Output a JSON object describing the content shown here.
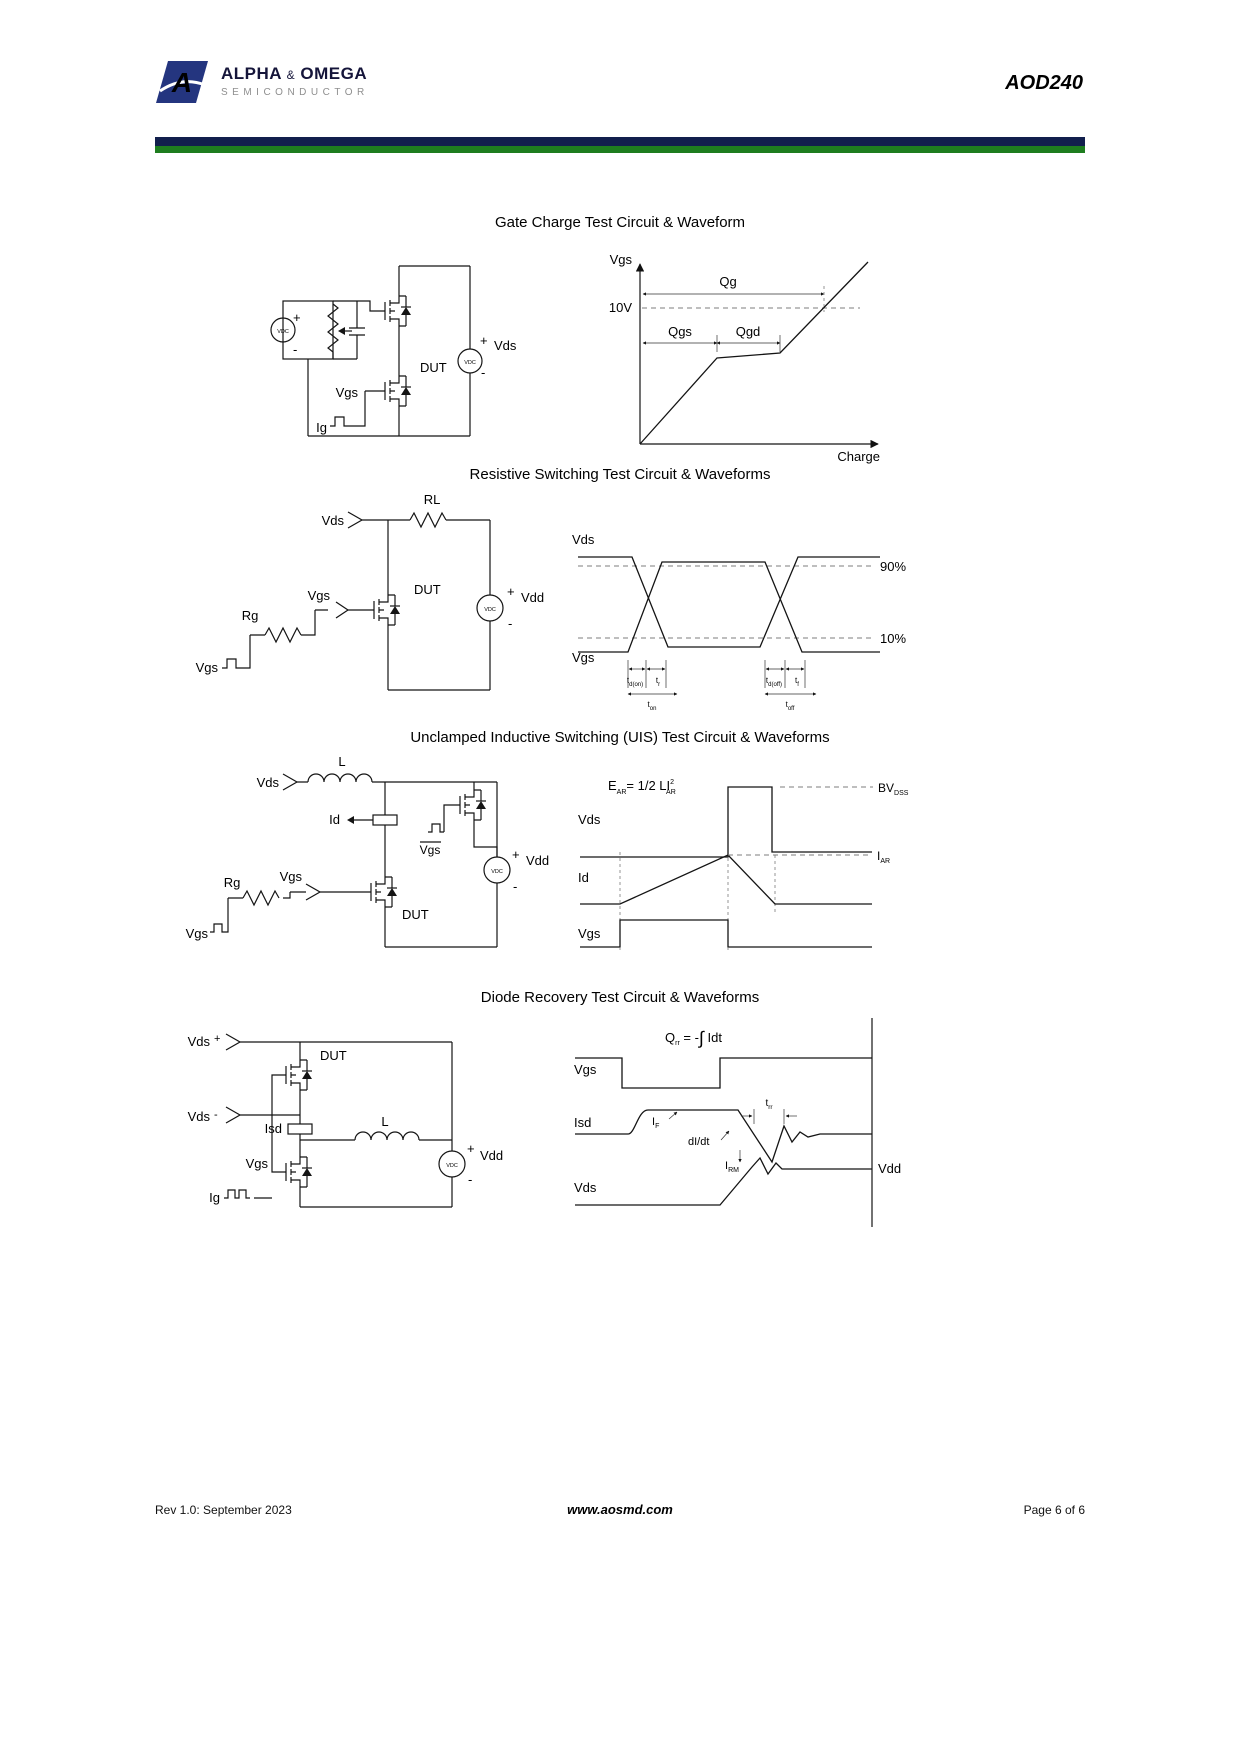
{
  "header": {
    "brand_alpha": "ALPHA",
    "brand_amp": "&",
    "brand_omega": "OMEGA",
    "brand_sub": "SEMICONDUCTOR",
    "logo_letter": "A",
    "part": "AOD240"
  },
  "s1": {
    "title": "Gate Charge Test Circuit & Waveform",
    "c": {
      "plus_bat": "+",
      "minus_bat": "-",
      "vdc1": "VDC",
      "vdc2": "VDC",
      "dut": "DUT",
      "vgs": "Vgs",
      "ig": "Ig",
      "plus_out": "+",
      "vds": "Vds",
      "minus_out": "-"
    },
    "w": {
      "vgs_axis": "Vgs",
      "qg": "Qg",
      "v10": "10V",
      "qgs": "Qgs",
      "qgd": "Qgd",
      "charge": "Charge"
    }
  },
  "s2": {
    "title": "Resistive Switching Test Circuit & Waveforms",
    "c": {
      "rl": "RL",
      "vds": "Vds",
      "dut": "DUT",
      "vgs": "Vgs",
      "rg": "Rg",
      "vgs_src": "Vgs",
      "vdc": "VDC",
      "plus": "+",
      "vdd": "Vdd",
      "minus": "-"
    },
    "w": {
      "vds": "Vds",
      "p90": "90%",
      "p10": "10%",
      "vgs": "Vgs",
      "t1": "t",
      "t1s": "d(on)",
      "t2": "t",
      "t2s": "r",
      "t3": "t",
      "t3s": "on",
      "t4": "t",
      "t4s": "d(off)",
      "t5": "t",
      "t5s": "f",
      "t6": "t",
      "t6s": "off"
    }
  },
  "s3": {
    "title": "Unclamped Inductive Switching (UIS) Test Circuit & Waveforms",
    "c": {
      "l": "L",
      "vds": "Vds",
      "id": "Id",
      "vgs_bar": "Vgs",
      "dut": "DUT",
      "vgs": "Vgs",
      "rg": "Rg",
      "vgs_src": "Vgs",
      "vdc": "VDC",
      "plus": "+",
      "vdd": "Vdd",
      "minus": "-"
    },
    "w": {
      "e1": "E",
      "e2": "AR",
      "e3": "= 1/2 LI",
      "e4": "2",
      "e5": "AR",
      "bv1": "BV",
      "bv2": "DSS",
      "vds": "Vds",
      "id": "Id",
      "iar1": "I",
      "iar2": "AR",
      "vgs": "Vgs"
    }
  },
  "s4": {
    "title": "Diode Recovery Test Circuit & Waveforms",
    "c": {
      "vds_p": "Vds",
      "sign_p": "+",
      "dut": "DUT",
      "vds_m": "Vds",
      "sign_m": "-",
      "isd": "Isd",
      "l": "L",
      "vgs": "Vgs",
      "ig": "Ig",
      "vdc": "VDC",
      "plus": "+",
      "vdd": "Vdd",
      "minus": "-"
    },
    "w": {
      "q1": "Q",
      "q2": "rr",
      "q3": " = -",
      "q4": "∫",
      "q5": " Idt",
      "vgs": "Vgs",
      "isd": "Isd",
      "if1": "I",
      "if2": "F",
      "didt": "dI/dt",
      "irm1": "I",
      "irm2": "RM",
      "trr1": "t",
      "trr2": "rr",
      "vds": "Vds",
      "vdd": "Vdd"
    }
  },
  "footer": {
    "rev": "Rev 1.0: September 2023",
    "site": "www.aosmd.com",
    "page": "Page 6 of 6"
  }
}
